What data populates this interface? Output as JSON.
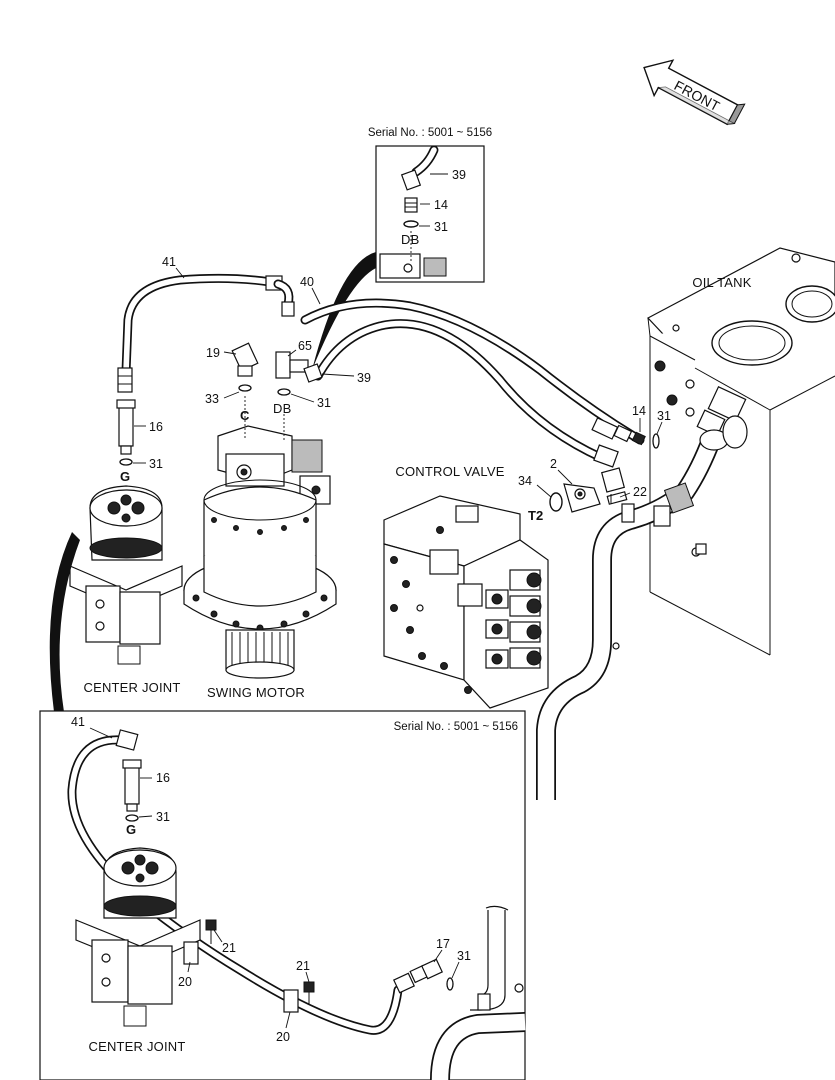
{
  "direction": {
    "front": "FRONT"
  },
  "serial_note": {
    "top": "Serial No. : 5001 ~ 5156",
    "bottom": "Serial No. : 5001 ~ 5156"
  },
  "components": {
    "oil_tank": "OIL TANK",
    "control_valve": "CONTROL VALVE",
    "center_joint_top": "CENTER JOINT",
    "swing_motor": "SWING MOTOR",
    "center_joint_bottom": "CENTER JOINT"
  },
  "ports": {
    "g_top": "G",
    "c": "C",
    "db_main": "DB",
    "db_inset": "DB",
    "t2": "T2",
    "g_bottom": "G"
  },
  "part_numbers": {
    "inset_39": "39",
    "inset_14": "14",
    "inset_31": "31",
    "p41": "41",
    "p40": "40",
    "p19": "19",
    "p65": "65",
    "p39": "39",
    "p33": "33",
    "p31_db": "31",
    "p16": "16",
    "p31_g": "31",
    "p14": "14",
    "p31_tank": "31",
    "p2": "2",
    "p34": "34",
    "p22": "22",
    "b41": "41",
    "b16": "16",
    "b31": "31",
    "b21_a": "21",
    "b20_a": "20",
    "b21_b": "21",
    "b20_b": "20",
    "b17": "17",
    "b31_b": "31"
  }
}
